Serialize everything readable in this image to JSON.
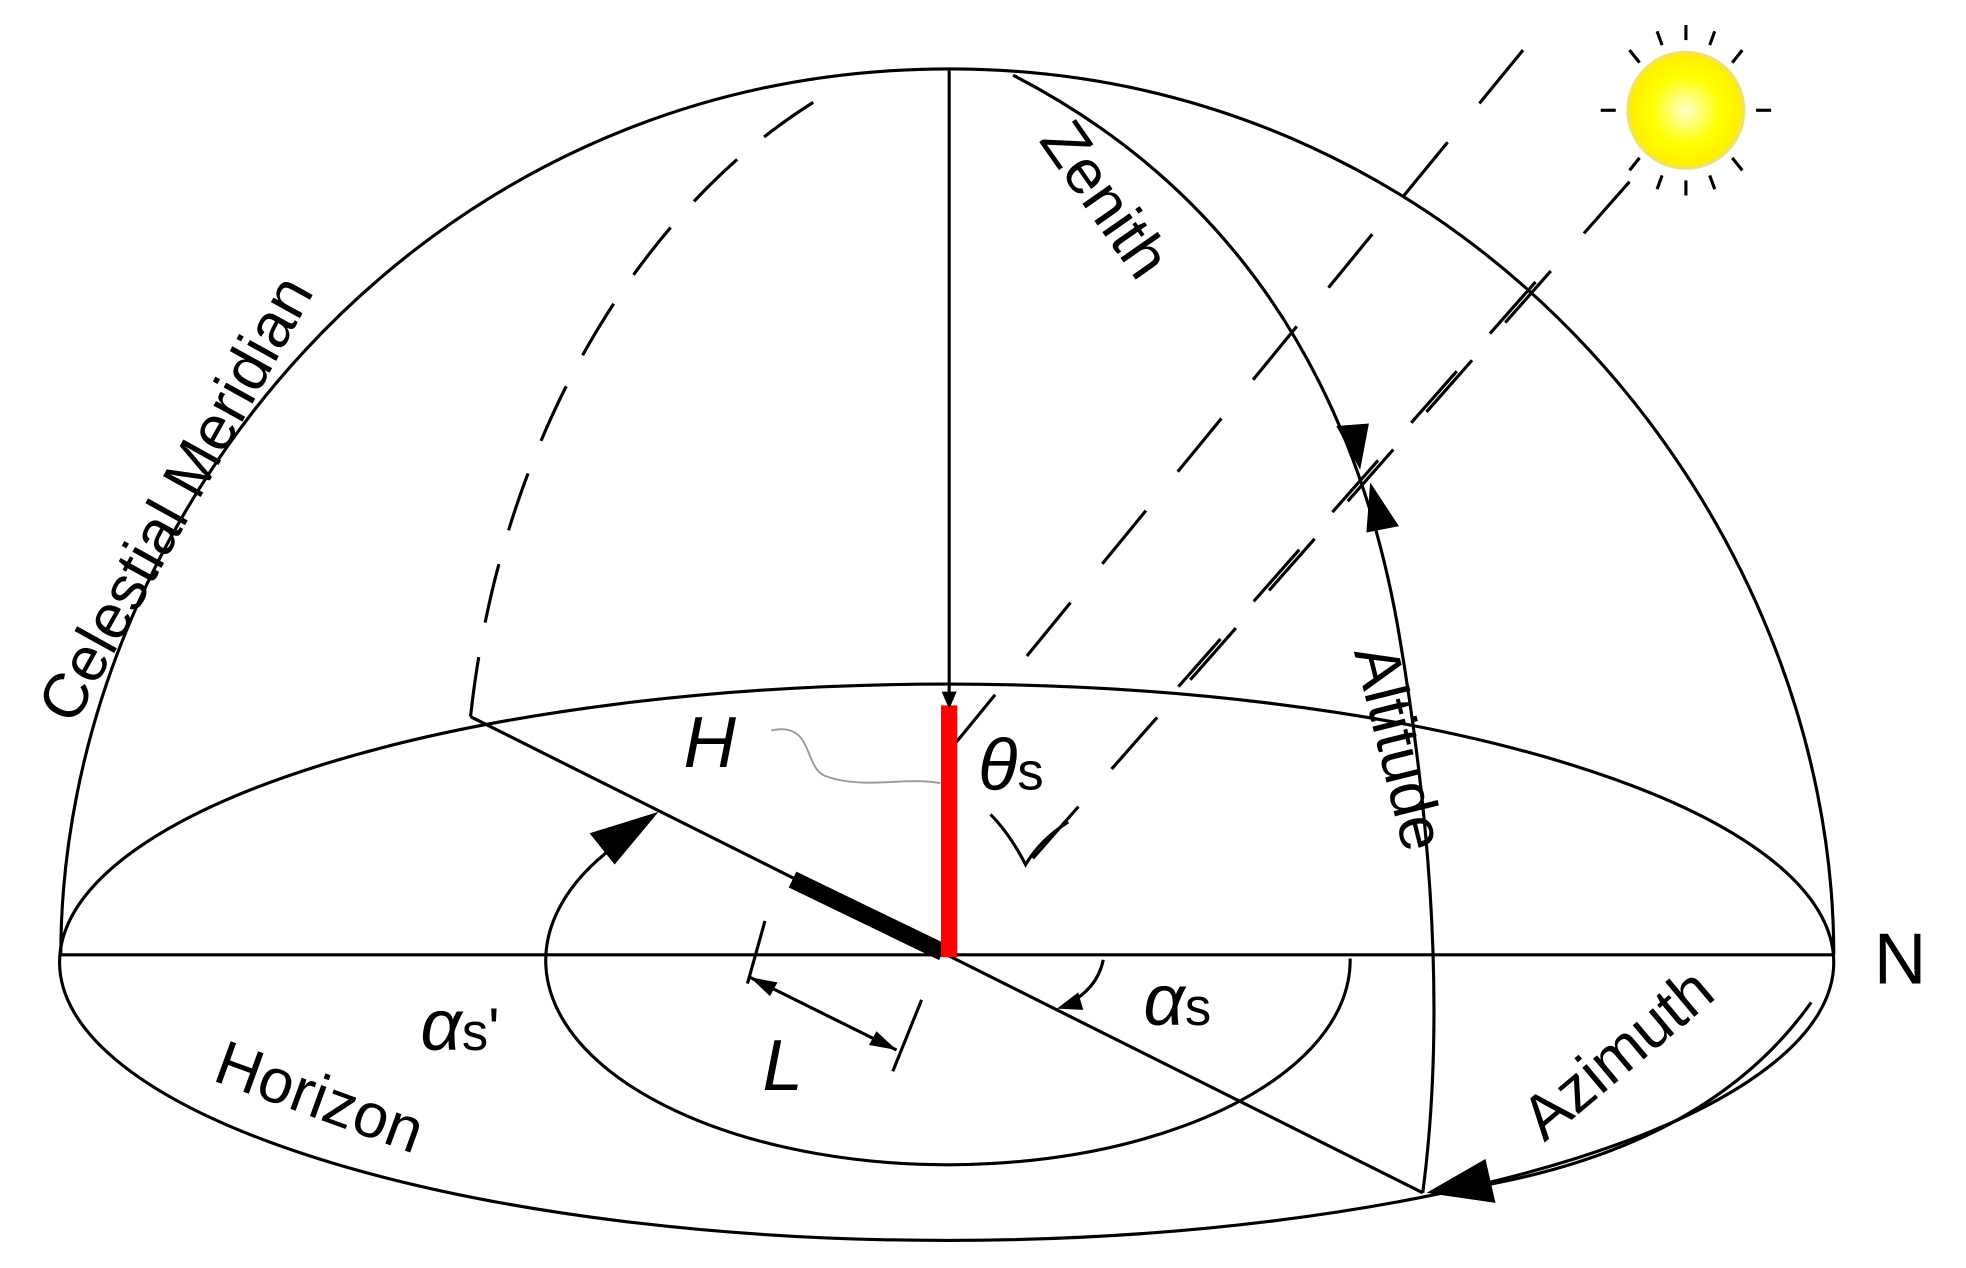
{
  "labels": {
    "celestial_meridian": "Celestial Meridian",
    "zenith": "Zenith",
    "altitude": "Altitude",
    "azimuth": "Azimuth",
    "horizon": "Horizon",
    "north": "N",
    "height": "H",
    "length": "L",
    "theta": "θ",
    "alpha": "α",
    "sub_s": "s",
    "prime": "'"
  },
  "colors": {
    "pole": "#ff0000",
    "sun": "#ffff00",
    "sun_edge": "#f2e35a",
    "line": "#000000"
  }
}
